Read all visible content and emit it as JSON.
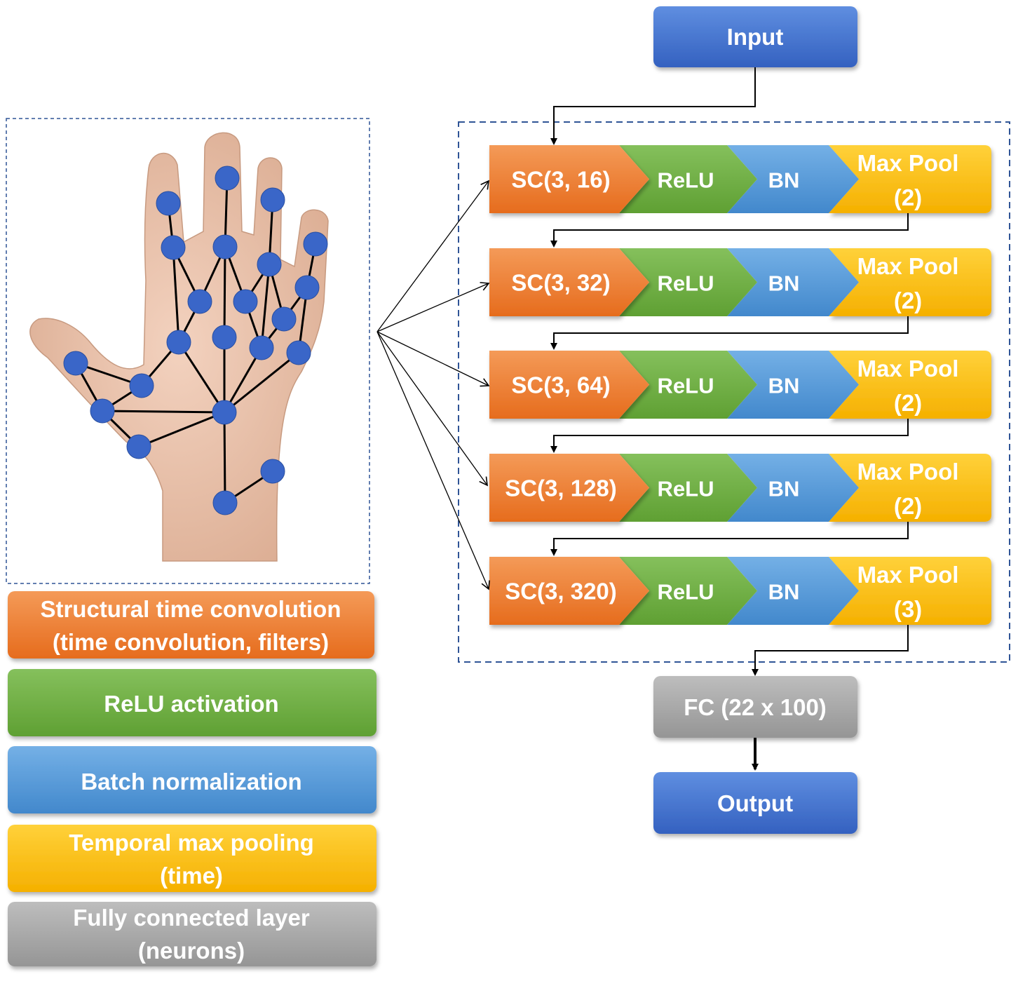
{
  "pipeline": {
    "input_label": "Input",
    "stages": [
      {
        "conv_label": "SC(3, 16)",
        "relu_label": "ReLU",
        "bn_label": "BN",
        "pool_line1": "Max Pool",
        "pool_line2": "(2)"
      },
      {
        "conv_label": "SC(3, 32)",
        "relu_label": "ReLU",
        "bn_label": "BN",
        "pool_line1": "Max Pool",
        "pool_line2": "(2)"
      },
      {
        "conv_label": "SC(3, 64)",
        "relu_label": "ReLU",
        "bn_label": "BN",
        "pool_line1": "Max Pool",
        "pool_line2": "(2)"
      },
      {
        "conv_label": "SC(3, 128)",
        "relu_label": "ReLU",
        "bn_label": "BN",
        "pool_line1": "Max Pool",
        "pool_line2": "(2)"
      },
      {
        "conv_label": "SC(3, 320)",
        "relu_label": "ReLU",
        "bn_label": "BN",
        "pool_line1": "Max Pool",
        "pool_line2": "(3)"
      }
    ],
    "fc_label": "FC (22 x 100)",
    "output_label": "Output"
  },
  "legend": [
    {
      "line1": "Structural time convolution",
      "line2": "(time convolution, filters)",
      "color": "#ed7d31"
    },
    {
      "line1": "ReLU activation",
      "line2": "",
      "color": "#70ad47"
    },
    {
      "line1": "Batch normalization",
      "line2": "",
      "color": "#5b9bd5"
    },
    {
      "line1": "Temporal max pooling",
      "line2": "(time)",
      "color": "#ffc000"
    },
    {
      "line1": "Fully connected layer",
      "line2": "(neurons)",
      "color": "#a5a5a5"
    }
  ],
  "colors": {
    "conv": "#ed7d31",
    "relu": "#70ad47",
    "bn": "#5b9bd5",
    "pool": "#ffc000",
    "fc": "#a5a5a5",
    "io": "#4472c4",
    "joint": "#3a66c8",
    "dashed_border": "#2f5496"
  },
  "hand_image": {
    "icon": "hand-skeleton-graph"
  }
}
